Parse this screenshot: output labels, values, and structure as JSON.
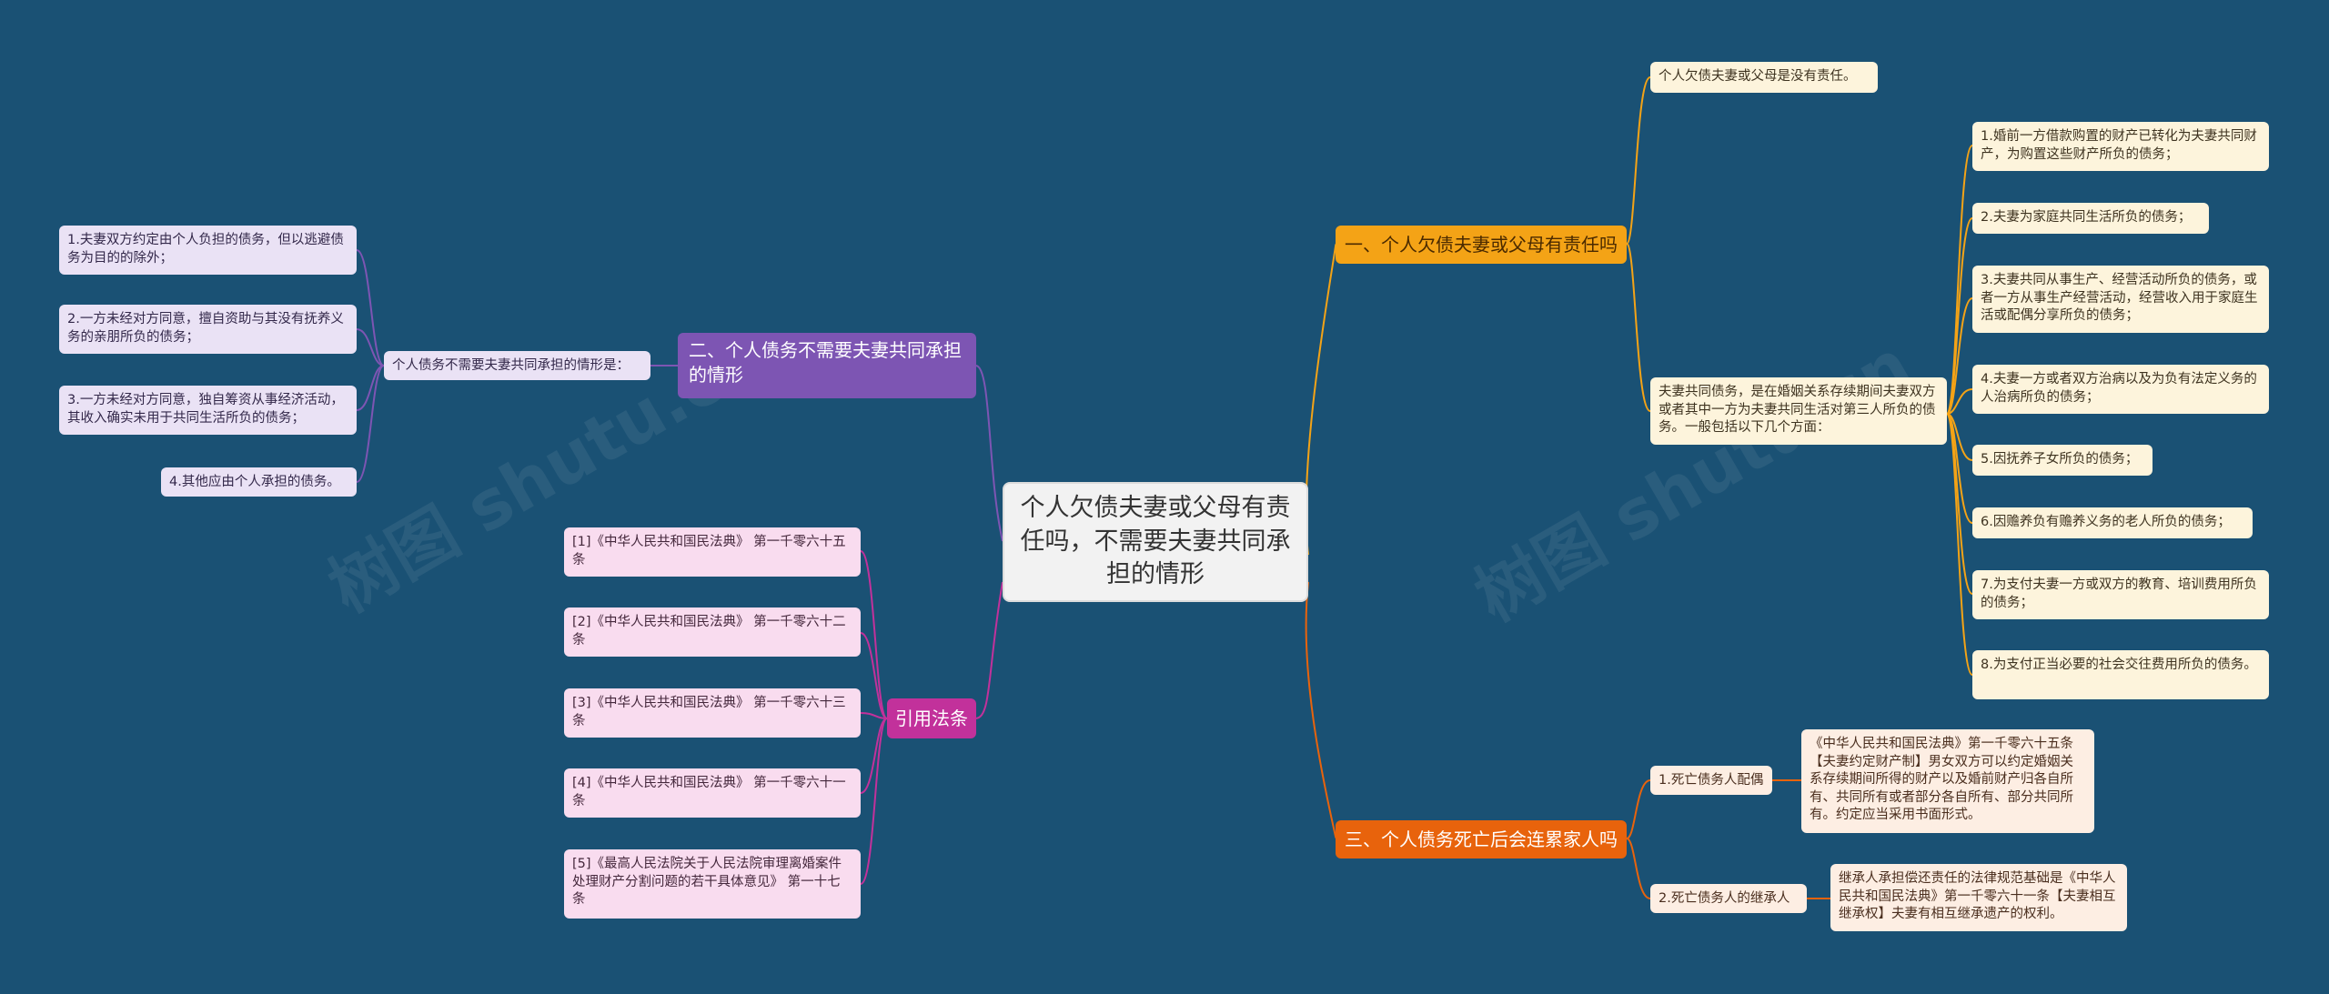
{
  "watermark": "树图 shutu.cn",
  "root": "个人欠债夫妻或父母有责任吗，不需要夫妻共同承担的情形",
  "branch1": {
    "title": "一、个人欠债夫妻或父母有责任吗",
    "note": "个人欠债夫妻或父母是没有责任。",
    "joint_debt": "夫妻共同债务，是在婚姻关系存续期间夫妻双方或者其中一方为夫妻共同生活对第三人所负的债务。一般包括以下几个方面：",
    "items": [
      "1.婚前一方借款购置的财产已转化为夫妻共同财产，为购置这些财产所负的债务；",
      "2.夫妻为家庭共同生活所负的债务；",
      "3.夫妻共同从事生产、经营活动所负的债务，或者一方从事生产经营活动，经营收入用于家庭生活或配偶分享所负的债务；",
      "4.夫妻一方或者双方治病以及为负有法定义务的人治病所负的债务；",
      "5.因抚养子女所负的债务；",
      "6.因赡养负有赡养义务的老人所负的债务；",
      "7.为支付夫妻一方或双方的教育、培训费用所负的债务；",
      "8.为支付正当必要的社会交往费用所负的债务。"
    ]
  },
  "branch2": {
    "title": "二、个人债务不需要夫妻共同承担的情形",
    "sub": "个人债务不需要夫妻共同承担的情形是：",
    "items": [
      "1.夫妻双方约定由个人负担的债务，但以逃避债务为目的的除外；",
      "2.一方未经对方同意，擅自资助与其没有抚养义务的亲朋所负的债务；",
      "3.一方未经对方同意，独自筹资从事经济活动，其收入确实未用于共同生活所负的债务；",
      "4.其他应由个人承担的债务。"
    ]
  },
  "branch3": {
    "title": "三、个人债务死亡后会连累家人吗",
    "subs": [
      {
        "label": "1.死亡债务人配偶",
        "detail": "《中华人民共和国民法典》第一千零六十五条【夫妻约定财产制】男女双方可以约定婚姻关系存续期间所得的财产以及婚前财产归各自所有、共同所有或者部分各自所有、部分共同所有。约定应当采用书面形式。"
      },
      {
        "label": "2.死亡债务人的继承人",
        "detail": "继承人承担偿还责任的法律规范基础是《中华人民共和国民法典》第一千零六十一条【夫妻相互继承权】夫妻有相互继承遗产的权利。"
      }
    ]
  },
  "branch4": {
    "title": "引用法条",
    "items": [
      "[1]《中华人民共和国民法典》 第一千零六十五条",
      "[2]《中华人民共和国民法典》 第一千零六十二条",
      "[3]《中华人民共和国民法典》 第一千零六十三条",
      "[4]《中华人民共和国民法典》 第一千零六十一条",
      "[5]《最高人民法院关于人民法院审理离婚案件处理财产分割问题的若干具体意见》 第一十七条"
    ]
  },
  "colors": {
    "background": "#1a5174",
    "branch1": "#f4a316",
    "branch2": "#7d55b3",
    "branch3": "#e8630c",
    "branch4": "#c2319b"
  }
}
